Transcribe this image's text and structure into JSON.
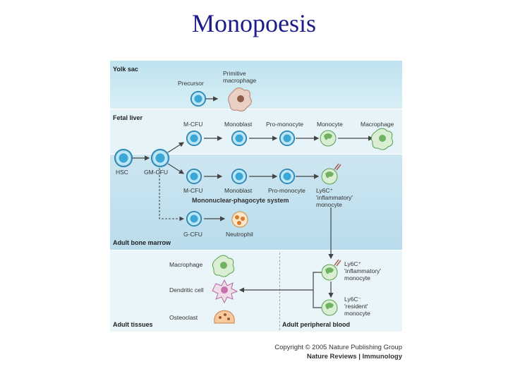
{
  "page_title": "Monopoesis",
  "sections": {
    "yolk_sac": "Yolk sac",
    "fetal_liver": "Fetal liver",
    "adult_bone_marrow": "Adult bone marrow",
    "adult_tissues": "Adult tissues",
    "adult_peripheral_blood": "Adult peripheral blood"
  },
  "yolk_cells": {
    "precursor": "Precursor",
    "primitive_macrophage_1": "Primitive",
    "primitive_macrophage_2": "macrophage"
  },
  "fetal_cells": {
    "m_cfu": "M-CFU",
    "monoblast": "Monoblast",
    "pro_monocyte": "Pro-monocyte",
    "monocyte": "Monocyte",
    "macrophage": "Macrophage"
  },
  "bone_marrow_cells": {
    "hsc": "HSC",
    "gm_cfu": "GM-CFU",
    "m_cfu": "M-CFU",
    "monoblast": "Monoblast",
    "pro_monocyte": "Pro-monocyte",
    "ly6c_1": "Ly6C⁺",
    "ly6c_2": "'inflammatory'",
    "ly6c_3": "monocyte",
    "g_cfu": "G-CFU",
    "neutrophil": "Neutrophil",
    "system": "Mononuclear-phagocyte system"
  },
  "tissue_cells": {
    "macrophage": "Macrophage",
    "dendritic_cell": "Dendritic cell",
    "osteoclast": "Osteoclast"
  },
  "blood_cells": {
    "infl_1": "Ly6C⁺",
    "infl_2": "'inflammatory'",
    "infl_3": "monocyte",
    "res_1": "Ly6C⁻",
    "res_2": "'resident'",
    "res_3": "monocyte"
  },
  "credits": {
    "copyright": "Copyright © 2005 Nature Publishing Group",
    "journal": "Nature Reviews | Immunology"
  },
  "colors": {
    "title": "#1d1d8a",
    "cell_blue": "#3aa7d6",
    "monocyte_green": "#7fbf6a",
    "neutrophil_orange": "#e8a25a",
    "dendritic_pink": "#c86fb0",
    "osteoclast_peach": "#f0b07a"
  }
}
